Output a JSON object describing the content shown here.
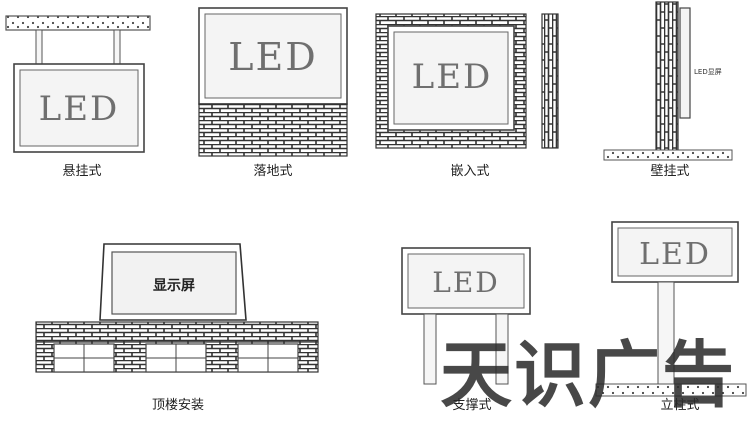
{
  "panels": [
    {
      "id": "hanging",
      "caption": "悬挂式",
      "sign_text": "LED"
    },
    {
      "id": "floor",
      "caption": "落地式",
      "sign_text": "LED"
    },
    {
      "id": "embedded",
      "caption": "嵌入式",
      "sign_text": "LED"
    },
    {
      "id": "wall",
      "caption": "壁挂式",
      "sign_text": "LED显屏"
    },
    {
      "id": "rooftop",
      "caption": "顶楼安装",
      "sign_text": "显示屏"
    },
    {
      "id": "support",
      "caption": "支撑式",
      "sign_text": "LED"
    },
    {
      "id": "pillar",
      "caption": "立柱式",
      "sign_text": "LED"
    }
  ],
  "watermark": "天识广告",
  "colors": {
    "line": "#555555",
    "panel_fill": "#f4f4f4",
    "brick_fill": "#ffffff",
    "text": "#222222",
    "watermark": "#2b2b2b"
  }
}
